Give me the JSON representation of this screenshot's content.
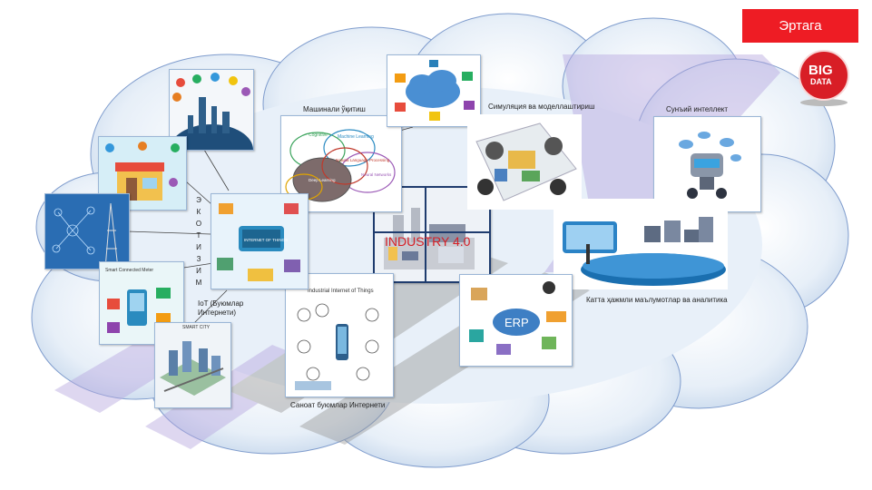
{
  "header": {
    "button_label": "Эртага"
  },
  "badge": {
    "line1": "BIG",
    "line2": "DATA"
  },
  "center": {
    "title": "INDUSTRY 4.0"
  },
  "labels": {
    "machine_learning": "Машинали ўқитиш",
    "simulation": "Симуляция ва моделлаштириш",
    "ai": "Сунъий интеллект",
    "iot": "IoT (Буюмлар\nИнтернети)",
    "iiot": "Саноат буюмлар Интернети",
    "big_data": "Катта ҳажмли маълумотлар ва аналитика",
    "ecosystem": "ЭКОТИЗИМ"
  },
  "tile_text": {
    "iiot_title": "Industrial Internet of Things",
    "smart_city": "SMART CITY",
    "smart_meter": "Smart Connected Meter",
    "erp": "ERP",
    "iot_banner": "INTERNET OF THINGS",
    "venn": [
      "Cognitive",
      "Machine Learning",
      "Deep Learning",
      "Neural Networks",
      "Data Mining",
      "Natural Language Processing"
    ]
  },
  "colors": {
    "accent_red": "#ee1c24",
    "cloud_fill": "#dde9f5",
    "cloud_stroke": "#7f9ccd",
    "watermark": "#b7a7e0"
  }
}
